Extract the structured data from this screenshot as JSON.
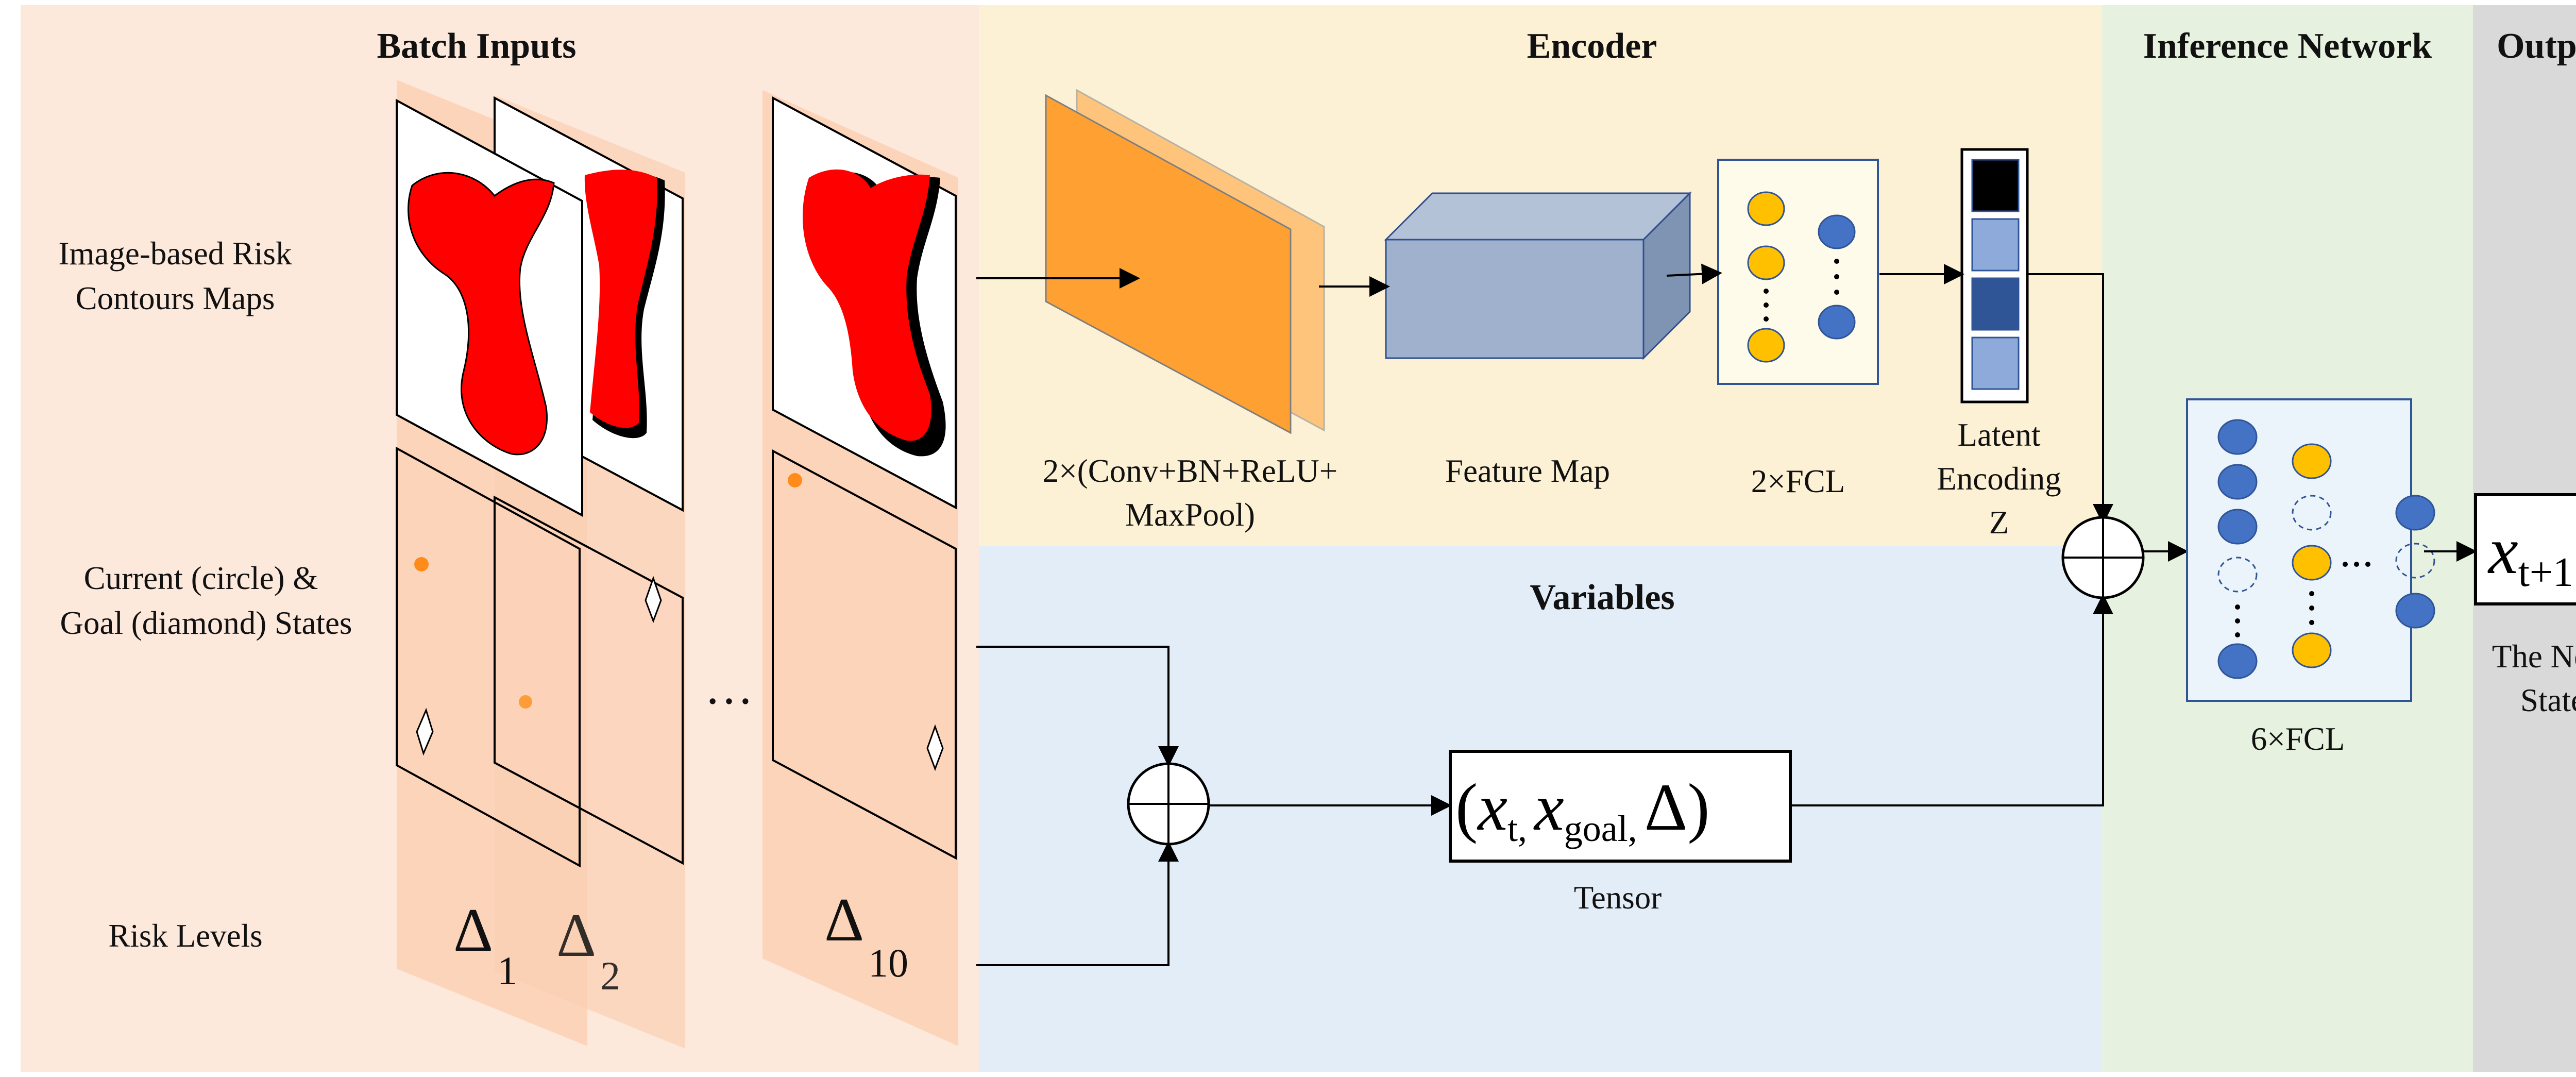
{
  "sections": {
    "batch_inputs": "Batch Inputs",
    "encoder": "Encoder",
    "variables": "Variables",
    "inference_network": "Inference Network",
    "output": "Output"
  },
  "left_labels": {
    "risk_maps_line1": "Image-based Risk",
    "risk_maps_line2": "Contours Maps",
    "states_line1": "Current (circle) &",
    "states_line2": "Goal (diamond) States",
    "risk_levels": "Risk Levels"
  },
  "risk_level_symbols": [
    {
      "symbol": "Δ",
      "sub": "1"
    },
    {
      "symbol": "Δ",
      "sub": "2"
    },
    {
      "symbol": "Δ",
      "sub": "10"
    }
  ],
  "ellipsis": "…",
  "encoder": {
    "conv_line1": "2×(Conv+BN+ReLU+",
    "conv_line2": "MaxPool)",
    "feature_map": "Feature Map",
    "fcl": "2×FCL",
    "latent_line1": "Latent",
    "latent_line2": "Encoding",
    "latent_line3": "Z"
  },
  "tensor": {
    "open": "(",
    "x": "x",
    "x_sub": "t,",
    "goal_sub": "goal,",
    "delta": "Δ",
    "close": ")",
    "caption": "Tensor"
  },
  "inference": {
    "fcl": "6×FCL"
  },
  "output_box": {
    "x": "x",
    "sub": "t+1",
    "caption_line1": "The Next",
    "caption_line2": "State"
  },
  "colors": {
    "batch_bg": "#fde8dc",
    "encoder_bg": "#fdf1d5",
    "variables_bg": "#e2edf8",
    "inference_bg": "#e6f1df",
    "output_bg": "#d9d9d9",
    "sheet": "#fbd0b4",
    "risk_red": "#ff0000",
    "conv_orange": "#ffa033",
    "feature_blue": "#9fb1cc",
    "node_yellow": "#ffc000",
    "node_blue": "#4472c4",
    "latent_dark": "#2f5597",
    "latent_light": "#8eaadb"
  }
}
